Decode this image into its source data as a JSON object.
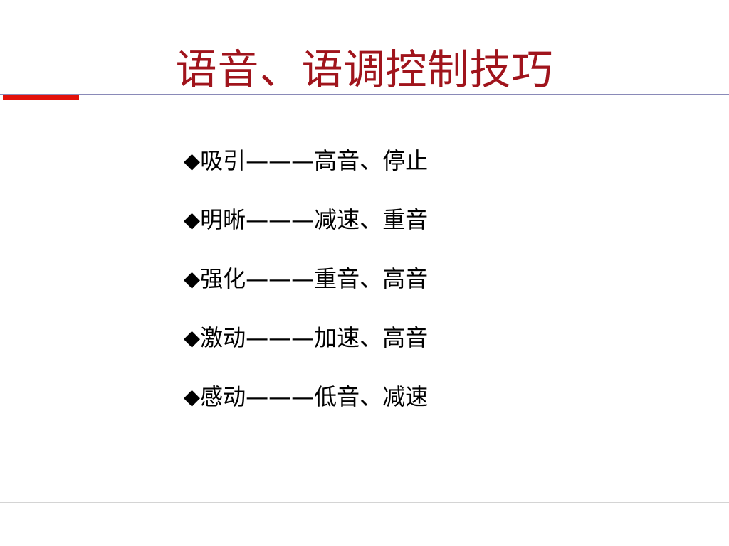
{
  "slide": {
    "title": "语音、语调控制技巧",
    "bullet_marker": "◆",
    "bullets": [
      {
        "topic": "吸引",
        "separator": "———",
        "technique": "高音、停止"
      },
      {
        "topic": "明晰",
        "separator": "———",
        "technique": "减速、重音"
      },
      {
        "topic": "强化",
        "separator": "———",
        "technique": "重音、高音"
      },
      {
        "topic": "激动",
        "separator": "———",
        "technique": "加速、高音"
      },
      {
        "topic": "感动",
        "separator": "———",
        "technique": "低音、减速"
      }
    ]
  },
  "colors": {
    "title": "#a0141c",
    "accent_bar": "#e3120b",
    "header_rule": "#8a8ab8",
    "footer_rule": "#d4d4d4",
    "text": "#000000",
    "background": "#ffffff"
  }
}
